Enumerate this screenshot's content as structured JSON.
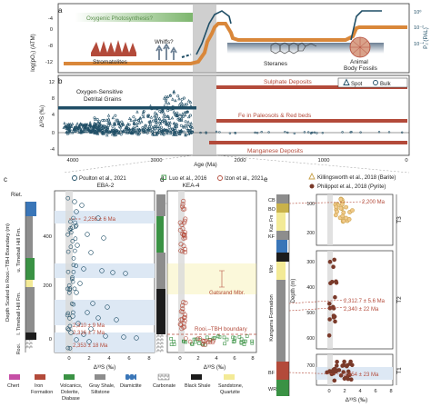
{
  "panel_a": {
    "letter": "a",
    "ylabel_left": "log(pO₂) (ATM)",
    "ylabel_right": "P₂ (PAL)",
    "left_ticks": [
      "-4",
      "0",
      "-8",
      "-12"
    ],
    "right_ticks": [
      "10⁰",
      "10⁻²",
      "10⁻⁴"
    ],
    "label_photosynthesis": "Oxygenic Photosynthesis?",
    "label_whiffs": "Whiffs?",
    "label_stromatolites": "Stromatolites",
    "label_steranes": "Steranes",
    "label_fossils_1": "Animal",
    "label_fossils_2": "Body Fossils"
  },
  "panel_b": {
    "letter": "b",
    "ylabel": "Δ³³S (‰)",
    "y_ticks": [
      "12",
      "8",
      "4",
      "0",
      "-4"
    ],
    "x_ticks": [
      "4000",
      "3000",
      "2000",
      "1000",
      "0"
    ],
    "xlabel": "Age (Ma)",
    "label_grains_1": "Oxygen-Sensitive",
    "label_grains_2": "Detrital Grains",
    "label_sulphate": "Sulphate Deposits",
    "label_fe": "Fe in Paleosols & Red beds",
    "label_manganese": "Manganese Deposits",
    "legend_spot": "Spot",
    "legend_bulk": "Bulk"
  },
  "panel_c": {
    "letter": "c",
    "legend_poulton": "Poulton et al., 2021",
    "core": "EBA-2",
    "ylabel": "Depth Scaled to Rooi.–TBH Boundary (m)",
    "strat_riet": "Riet.",
    "strat_upper": "u. Timeball Hill Fm.",
    "strat_lower": "l. Timeball Hill Fm.",
    "strat_bottom": "Rooi.",
    "y_ticks": [
      "400",
      "200",
      "0"
    ],
    "x_ticks": [
      "0",
      "2",
      "4",
      "6",
      "8"
    ],
    "xlabel": "Δ³³S (‰)",
    "age_1": "2,256 ± 6 Ma",
    "age_2": "2,310 ± 9 Ma",
    "age_3": "2,316 ± 7 Ma",
    "age_4": "2,353 ± 18 Ma"
  },
  "panel_d": {
    "letter": "d",
    "legend_luo": "Luo et al., 2016",
    "legend_izon": "Izon et al., 2021",
    "core": "KEA-4",
    "x_ticks": [
      "0",
      "2",
      "4",
      "6",
      "8"
    ],
    "xlabel": "Δ³³S (‰)",
    "label_gatsrand": "Gatsrand Mbr.",
    "label_boundary": "Rooi.–TBH boundary"
  },
  "panel_e": {
    "letter": "e",
    "legend_killingsworth": "Killingsworth et al., 2018 (Barite)",
    "legend_philippot": "Philippot et al., 2018 (Pyrite)",
    "strat_cb": "CB",
    "strat_bo": "BO",
    "strat_kaz": "Kaz. Fm",
    "strat_kf": "KF",
    "strat_mbr": "Mbr",
    "strat_kungarra": "Kungarra Formation",
    "strat_bf": "BF",
    "strat_wr": "WR",
    "ylabel": "Depth (m)",
    "y_ticks": [
      "100",
      "200",
      "300",
      "400",
      "500",
      "600",
      "700"
    ],
    "x_ticks": [
      "0",
      "2",
      "4",
      "6",
      "8"
    ],
    "xlabel": "Δ³³S (‰)",
    "age_1": "2,200 Ma",
    "age_2": "2,312.7 ± 5.6 Ma",
    "age_3": "2,340 ± 22 Ma",
    "age_4": "2,454 ± 23 Ma",
    "t3": "T3",
    "t2": "T2",
    "t1": "T1"
  },
  "lithology_legend": {
    "chert": "Chert",
    "iron_1": "Iron",
    "iron_2": "Formation",
    "volc_1": "Volcanics,",
    "volc_2": "Dolerite,",
    "volc_3": "Diabase",
    "shale_1": "Gray Shale,",
    "shale_2": "Siltstone",
    "diamictite": "Diamictite",
    "carbonate": "Carbonate",
    "black_shale": "Black Shale",
    "sand_1": "Sandstone,",
    "sand_2": "Quartzite"
  },
  "colors": {
    "navy": "#1f4e66",
    "orange": "#d9873a",
    "green": "#6fae5e",
    "red": "#b34a3a",
    "blueband": "#dde8f4",
    "yellow": "#f3ea96",
    "gray": "#8d8d8d",
    "lightgray": "#d9d9d9"
  }
}
